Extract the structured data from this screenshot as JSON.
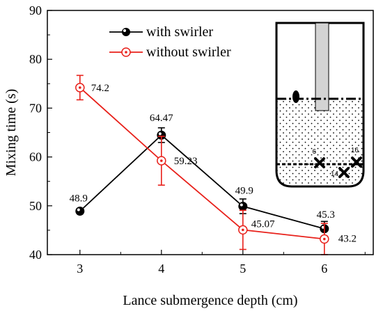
{
  "chart_data": {
    "type": "line",
    "title": "",
    "xlabel": "Lance submergence depth (cm)",
    "ylabel": "Mixing time (s)",
    "xlim": [
      2.6,
      6.6
    ],
    "ylim": [
      40,
      90
    ],
    "xticks": [
      3,
      4,
      5,
      6
    ],
    "yticks": [
      40,
      50,
      60,
      70,
      80,
      90
    ],
    "x": [
      3,
      4,
      5,
      6
    ],
    "legend_position": "top-center",
    "series": [
      {
        "name": "with swirler",
        "color": "#000000",
        "marker": "half-filled-circle",
        "values": [
          48.9,
          64.47,
          49.9,
          45.3
        ],
        "errors": [
          0.5,
          1.5,
          1.5,
          1.5
        ],
        "labels": [
          "48.9",
          "64.47",
          "49.9",
          "45.3"
        ]
      },
      {
        "name": "without swirler",
        "color": "#e8201a",
        "marker": "open-circle-dot",
        "values": [
          74.2,
          59.23,
          45.07,
          43.2
        ],
        "errors": [
          2.5,
          5.0,
          4.0,
          3.2
        ],
        "labels": [
          "74.2",
          "59.23",
          "45.07",
          "43.2"
        ]
      }
    ],
    "inset": {
      "labels": [
        "6",
        "16",
        "14"
      ]
    }
  }
}
